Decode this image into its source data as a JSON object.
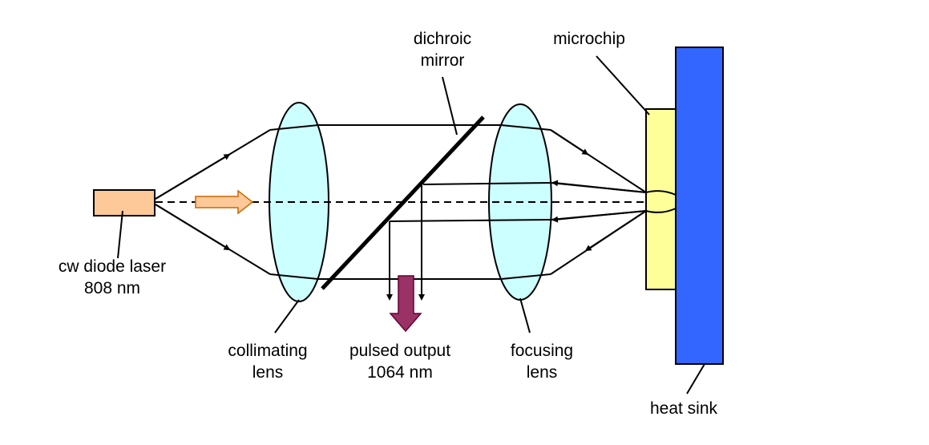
{
  "labels": {
    "diode_line1": "cw diode laser",
    "diode_line2": "808 nm",
    "collimating_line1": "collimating",
    "collimating_line2": "lens",
    "dichroic_line1": "dichroic",
    "dichroic_line2": "mirror",
    "output_line1": "pulsed output",
    "output_line2": "1064 nm",
    "focusing_line1": "focusing",
    "focusing_line2": "lens",
    "microchip": "microchip",
    "heat_sink": "heat sink"
  },
  "colors": {
    "diode": "#fdc998",
    "lens": "#ccffff",
    "microchip": "#ffff99",
    "heat_sink": "#3366ff",
    "output_arrow": "#993366",
    "pump_arrow": "#fdc998"
  }
}
